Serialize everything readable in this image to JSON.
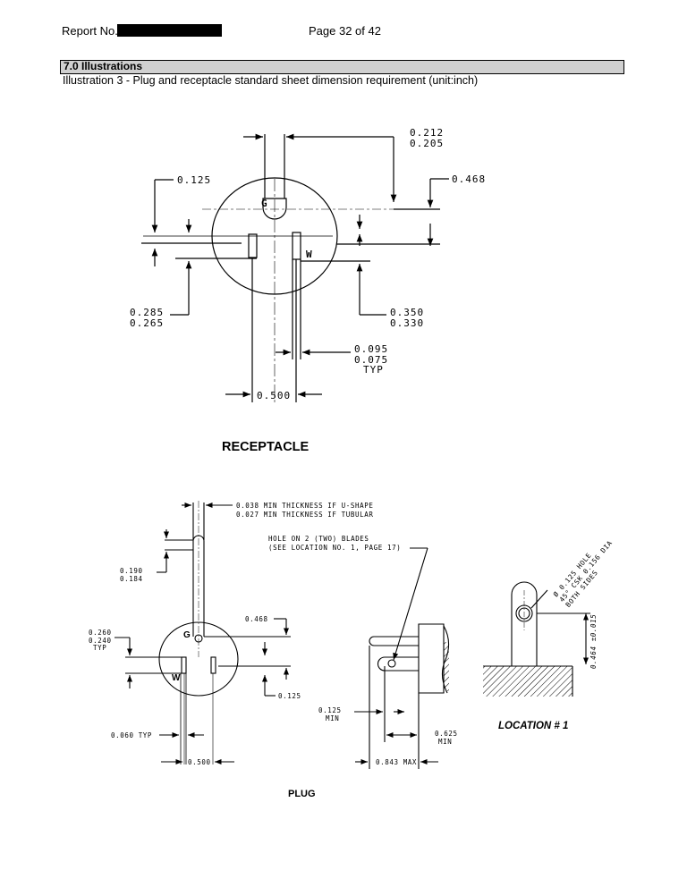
{
  "header": {
    "report_label": "Report No.",
    "page_label": "Page 32 of 42"
  },
  "section": {
    "title": "7.0 Illustrations",
    "caption": "Illustration 3 - Plug and receptacle standard sheet dimension requirement (unit:inch)"
  },
  "receptacle": {
    "title": "RECEPTACLE",
    "ground_label": "G",
    "neutral_label": "W",
    "dims": {
      "ground_slot_upper": "0.212",
      "ground_slot_lower": "0.205",
      "ground_offset": "0.468",
      "ground_dia": "0.125",
      "slot_len_upper": "0.285",
      "slot_len_lower": "0.265",
      "wide_slot_upper": "0.350",
      "wide_slot_lower": "0.330",
      "slot_width_upper": "0.095",
      "slot_width_lower": "0.075",
      "slot_width_note": "TYP",
      "spacing": "0.500"
    }
  },
  "plug": {
    "title": "PLUG",
    "ground_label": "G",
    "neutral_label": "W",
    "location_label": "LOCATION  #  1",
    "dims": {
      "thickness_u": "0.038 MIN THICKNESS IF U-SHAPE",
      "thickness_t": "0.027 MIN THICKNESS IF TUBULAR",
      "hole_note_1": "HOLE ON 2 (TWO) BLADES",
      "hole_note_2": "(SEE LOCATION NO. 1, PAGE 17)",
      "pin_upper": "0.190",
      "pin_lower": "0.184",
      "blade_upper": "0.260",
      "blade_lower": "0.240",
      "blade_note": "TYP",
      "ground_offset": "0.468",
      "ground_dia": "0.125",
      "blade_width": "0.060 TYP",
      "spacing": "0.500",
      "hole_pos": "0.125",
      "hole_pos_note": "MIN",
      "blade_len": "0.625",
      "blade_len_note": "MIN",
      "total_len": "0.843 MAX",
      "hole_spec_1": "Ø 0.125 HOLE",
      "hole_spec_2": "45° CSK 0.156 DIA",
      "hole_spec_3": "BOTH SIDES",
      "loc_dim": "0.464 ±0.015"
    }
  }
}
